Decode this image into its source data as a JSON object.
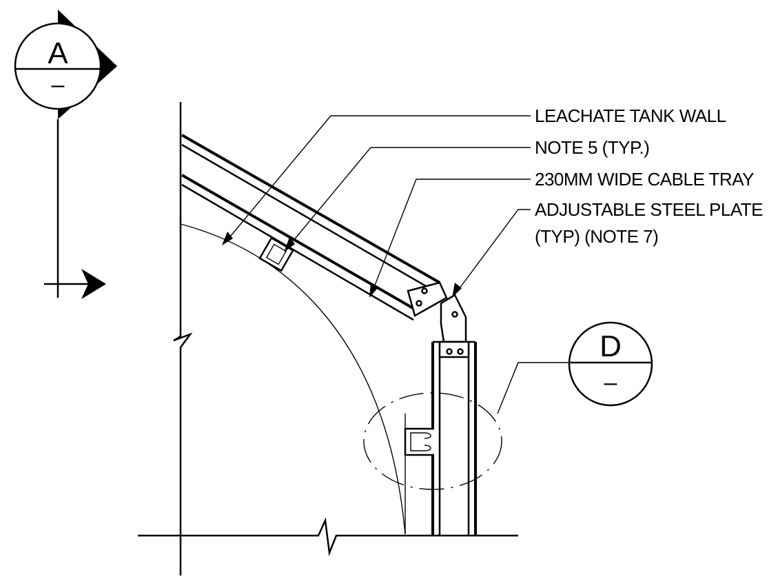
{
  "section_marker": {
    "letter": "A",
    "sheet": "–"
  },
  "detail_marker": {
    "letter": "D",
    "sheet": "–"
  },
  "callouts": [
    {
      "id": "leachate-tank-wall",
      "lines": [
        "LEACHATE TANK WALL"
      ]
    },
    {
      "id": "note-5",
      "lines": [
        "NOTE 5 (TYP.)"
      ]
    },
    {
      "id": "cable-tray",
      "lines": [
        "230MM WIDE CABLE TRAY"
      ]
    },
    {
      "id": "adjustable-plate",
      "lines": [
        "ADJUSTABLE STEEL PLATE",
        "(TYP) (NOTE 7)"
      ]
    }
  ]
}
